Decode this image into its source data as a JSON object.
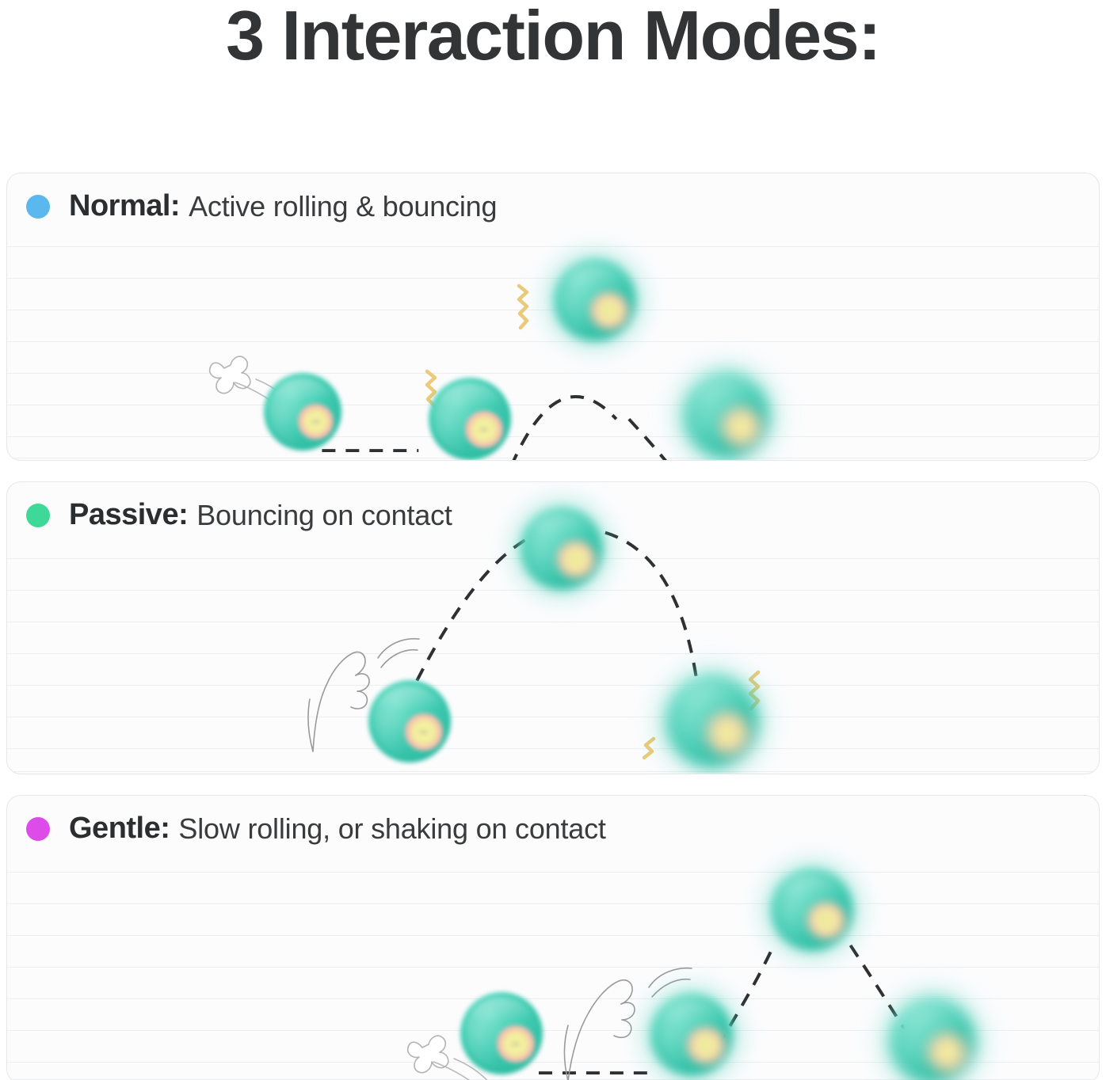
{
  "title": "3 Interaction Modes:",
  "theme": {
    "page_bg": "#ffffff",
    "panel_bg": "#fcfcfd",
    "panel_border": "#e6e7ea",
    "rule_line": "#eceef0",
    "title_color": "#333436",
    "text_color": "#2c2d2f",
    "ball_teal": "#41cdb3",
    "ball_eye_ring": "#f3aea6",
    "ball_eye_core": "#f2ee9c",
    "squiggle_yellow": "#ebca7a",
    "trajectory_color": "#2f3032",
    "line_art": "#9a9a9c"
  },
  "modes": [
    {
      "id": "normal",
      "name": "Normal:",
      "description": "Active rolling & bouncing",
      "dot_color": "#5bb8ee",
      "icons": [
        "paw-print-icon",
        "motion-trail-icon",
        "ball-icon",
        "vibration-squiggle-icon",
        "dashed-trajectory-icon"
      ]
    },
    {
      "id": "passive",
      "name": "Passive:",
      "description": "Bouncing on contact",
      "dot_color": "#3ed898",
      "icons": [
        "cat-paw-leg-icon",
        "motion-arc-icon",
        "ball-icon",
        "vibration-squiggle-icon",
        "dashed-trajectory-icon"
      ]
    },
    {
      "id": "gentle",
      "name": "Gentle:",
      "description": "Slow rolling, or shaking on contact",
      "dot_color": "#dd4be8",
      "icons": [
        "paw-print-icon",
        "motion-trail-icon",
        "ball-icon",
        "cat-paw-leg-icon",
        "motion-arc-icon",
        "dashed-trajectory-icon"
      ]
    }
  ]
}
